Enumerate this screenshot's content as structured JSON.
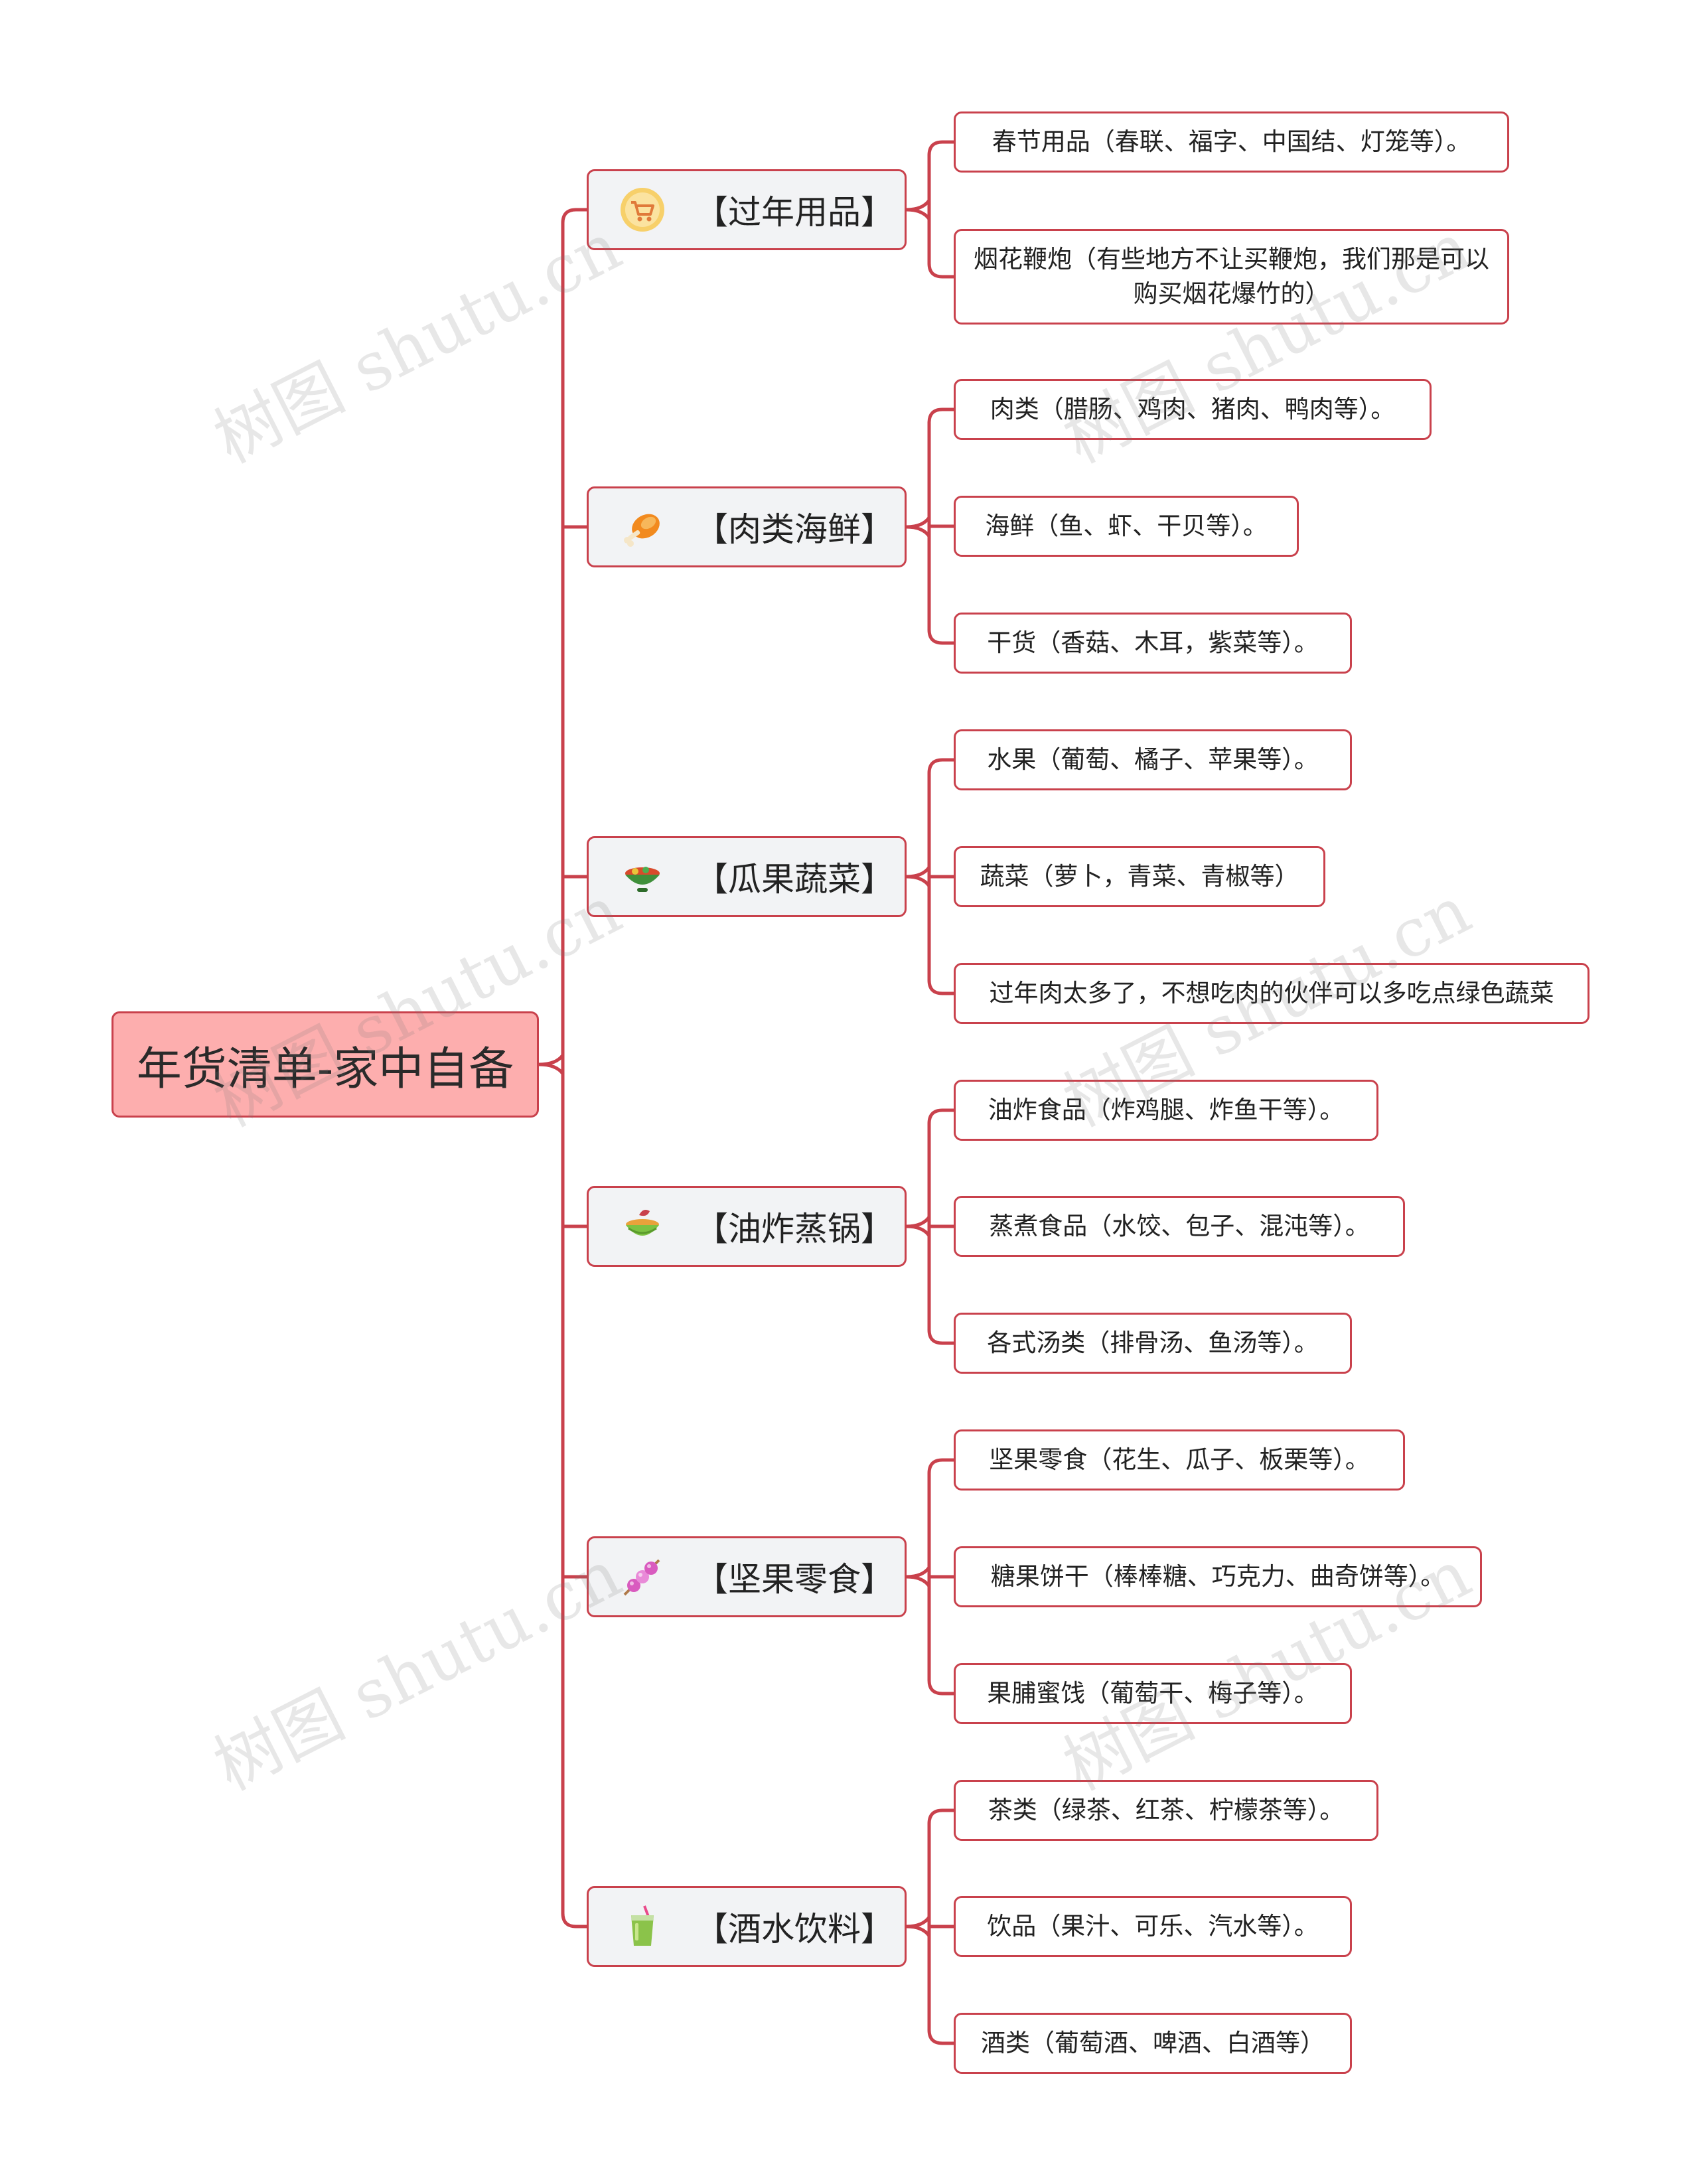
{
  "root": {
    "label": "年货清单-家中自备"
  },
  "categories": [
    {
      "label": "【过年用品】",
      "icon": "shopping-cart-icon",
      "items": [
        "春节用品（春联、福字、中国结、灯笼等）。",
        "烟花鞭炮（有些地方不让买鞭炮，我们那是可以购买烟花爆竹的）"
      ]
    },
    {
      "label": "【肉类海鲜】",
      "icon": "chicken-leg-icon",
      "items": [
        "肉类（腊肠、鸡肉、猪肉、鸭肉等）。",
        "海鲜（鱼、虾、干贝等）。",
        "干货（香菇、木耳，紫菜等）。"
      ]
    },
    {
      "label": "【瓜果蔬菜】",
      "icon": "salad-bowl-icon",
      "items": [
        "水果（葡萄、橘子、苹果等）。",
        "蔬菜（萝卜，青菜、青椒等）",
        "过年肉太多了，不想吃肉的伙伴可以多吃点绿色蔬菜"
      ]
    },
    {
      "label": "【油炸蒸锅】",
      "icon": "food-bowl-icon",
      "items": [
        "油炸食品（炸鸡腿、炸鱼干等）。",
        "蒸煮食品（水饺、包子、混沌等）。",
        "各式汤类（排骨汤、鱼汤等）。"
      ]
    },
    {
      "label": "【坚果零食】",
      "icon": "candy-skewer-icon",
      "items": [
        "坚果零食（花生、瓜子、板栗等）。",
        "糖果饼干（棒棒糖、巧克力、曲奇饼等）。",
        "果脯蜜饯（葡萄干、梅子等）。"
      ]
    },
    {
      "label": "【酒水饮料】",
      "icon": "juice-cup-icon",
      "items": [
        "茶类（绿茶、红茶、柠檬茶等）。",
        "饮品（果汁、可乐、汽水等）。",
        "酒类（葡萄酒、啤酒、白酒等）"
      ]
    }
  ],
  "watermark": "树图 shutu.cn",
  "colors": {
    "line": "#c9414c",
    "root_fill": "#fdaeae",
    "category_fill": "#f2f3f5"
  }
}
